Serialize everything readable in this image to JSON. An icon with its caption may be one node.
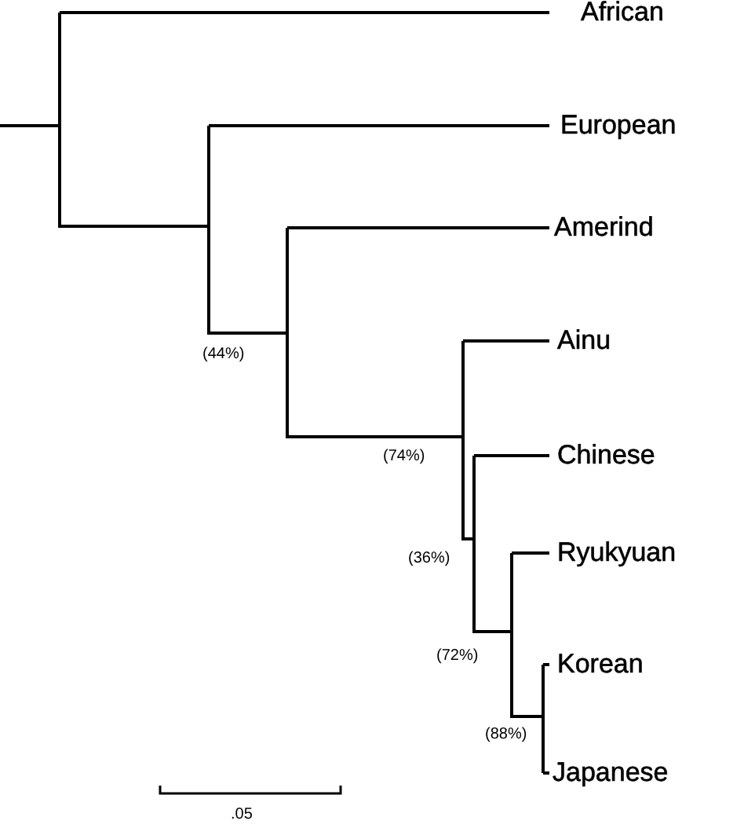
{
  "diagram": {
    "nodes": [
      {
        "text": [
          "African"
        ]
      },
      {
        "text": [
          "European"
        ]
      },
      {
        "text": [
          "Amerind"
        ]
      },
      {
        "text": [
          "Ainu"
        ]
      },
      {
        "text": [
          "Chinese"
        ]
      },
      {
        "text": [
          "Ryukyuan"
        ]
      },
      {
        "text": [
          "Korean"
        ]
      },
      {
        "text": [
          "Japanese"
        ]
      }
    ],
    "edges": [
      {
        "from": null,
        "to": 0,
        "arrow": "none"
      },
      {
        "from": null,
        "to": 1,
        "arrow": "none"
      },
      {
        "from": null,
        "to": 2,
        "arrow": "none"
      },
      {
        "from": null,
        "to": 3,
        "arrow": "none"
      },
      {
        "from": null,
        "to": 4,
        "arrow": "none"
      },
      {
        "from": null,
        "to": 5,
        "arrow": "none"
      },
      {
        "from": null,
        "to": 6,
        "arrow": "none"
      },
      {
        "from": null,
        "to": 7,
        "arrow": "none"
      }
    ],
    "labels": [
      "(44%)",
      "(74%)",
      "(36%)",
      "(72%)",
      "(88%)",
      ".05"
    ]
  }
}
